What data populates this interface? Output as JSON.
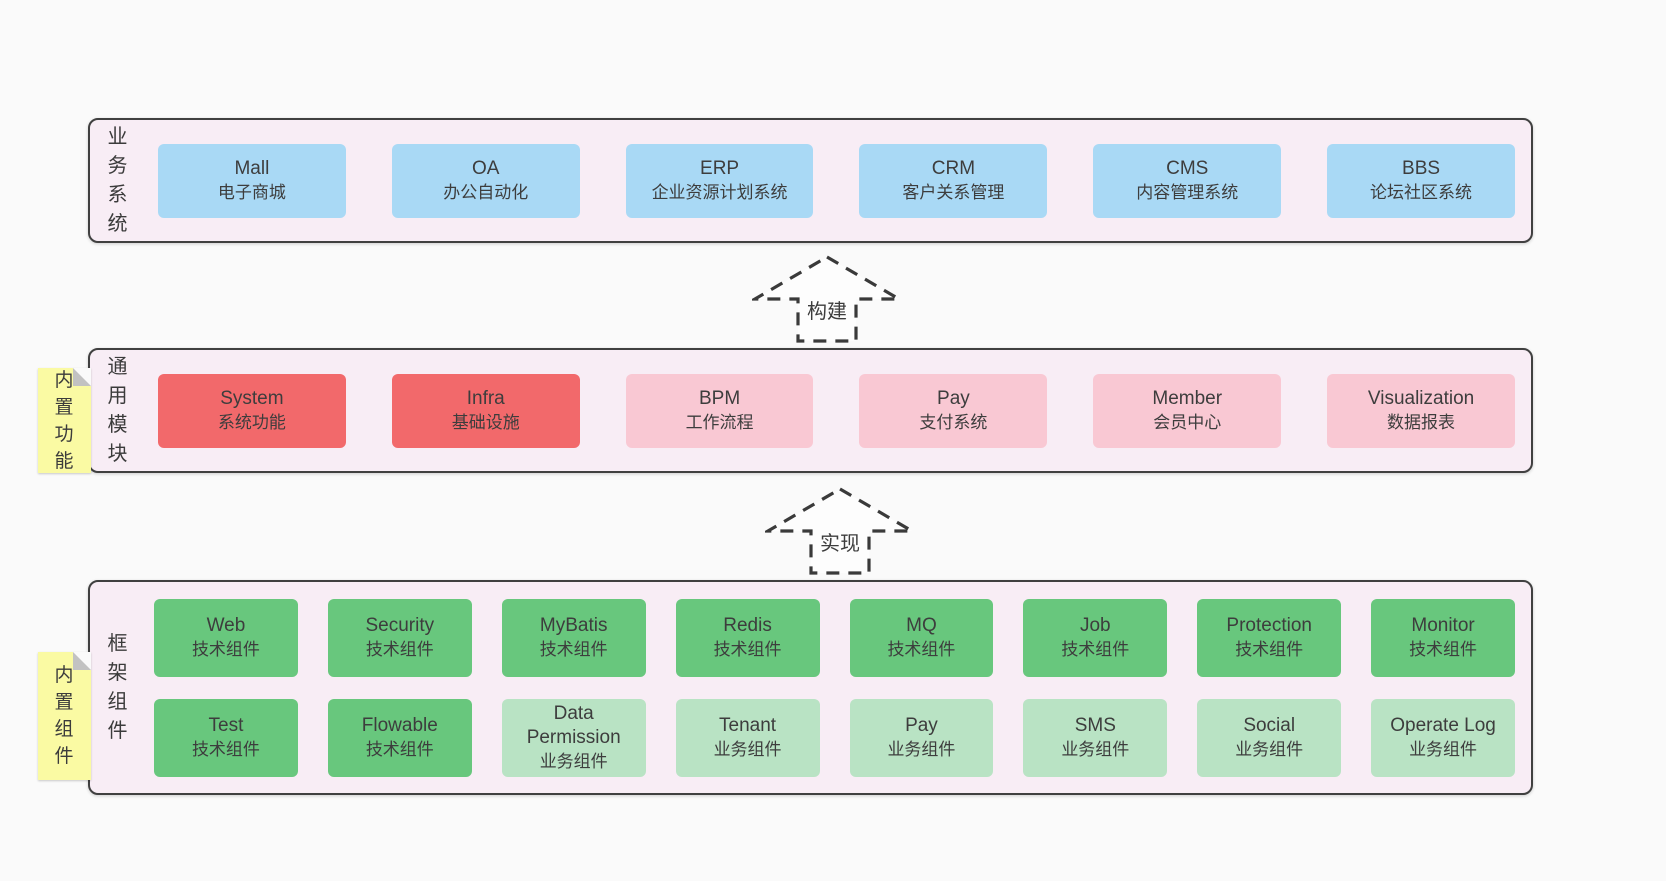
{
  "colors": {
    "page_bg": "#fafafa",
    "band_bg": "#f8edf5",
    "band_border": "#404040",
    "blue_box": "#a9d9f5",
    "red_box": "#f2696b",
    "pink_box": "#f9c8d3",
    "green_box": "#68c77d",
    "light_green_box": "#b9e3c4",
    "yellow_tab": "#fafaa3"
  },
  "arrows": [
    {
      "label": "构建"
    },
    {
      "label": "实现"
    }
  ],
  "bands": [
    {
      "label": "业务系统",
      "boxes": [
        {
          "en": "Mall",
          "zh": "电子商城"
        },
        {
          "en": "OA",
          "zh": "办公自动化"
        },
        {
          "en": "ERP",
          "zh": "企业资源计划系统"
        },
        {
          "en": "CRM",
          "zh": "客户关系管理"
        },
        {
          "en": "CMS",
          "zh": "内容管理系统"
        },
        {
          "en": "BBS",
          "zh": "论坛社区系统"
        }
      ]
    },
    {
      "label": "通用模块",
      "tab": "内置功能",
      "boxes": [
        {
          "en": "System",
          "zh": "系统功能"
        },
        {
          "en": "Infra",
          "zh": "基础设施"
        },
        {
          "en": "BPM",
          "zh": "工作流程"
        },
        {
          "en": "Pay",
          "zh": "支付系统"
        },
        {
          "en": "Member",
          "zh": "会员中心"
        },
        {
          "en": "Visualization",
          "zh": "数据报表"
        }
      ]
    },
    {
      "label": "框架组件",
      "tab": "内置组件",
      "rows": [
        [
          {
            "en": "Web",
            "zh": "技术组件"
          },
          {
            "en": "Security",
            "zh": "技术组件"
          },
          {
            "en": "MyBatis",
            "zh": "技术组件"
          },
          {
            "en": "Redis",
            "zh": "技术组件"
          },
          {
            "en": "MQ",
            "zh": "技术组件"
          },
          {
            "en": "Job",
            "zh": "技术组件"
          },
          {
            "en": "Protection",
            "zh": "技术组件"
          },
          {
            "en": "Monitor",
            "zh": "技术组件"
          }
        ],
        [
          {
            "en": "Test",
            "zh": "技术组件"
          },
          {
            "en": "Flowable",
            "zh": "技术组件"
          },
          {
            "en": "Data Permission",
            "zh": "业务组件"
          },
          {
            "en": "Tenant",
            "zh": "业务组件"
          },
          {
            "en": "Pay",
            "zh": "业务组件"
          },
          {
            "en": "SMS",
            "zh": "业务组件"
          },
          {
            "en": "Social",
            "zh": "业务组件"
          },
          {
            "en": "Operate Log",
            "zh": "业务组件"
          }
        ]
      ]
    }
  ]
}
